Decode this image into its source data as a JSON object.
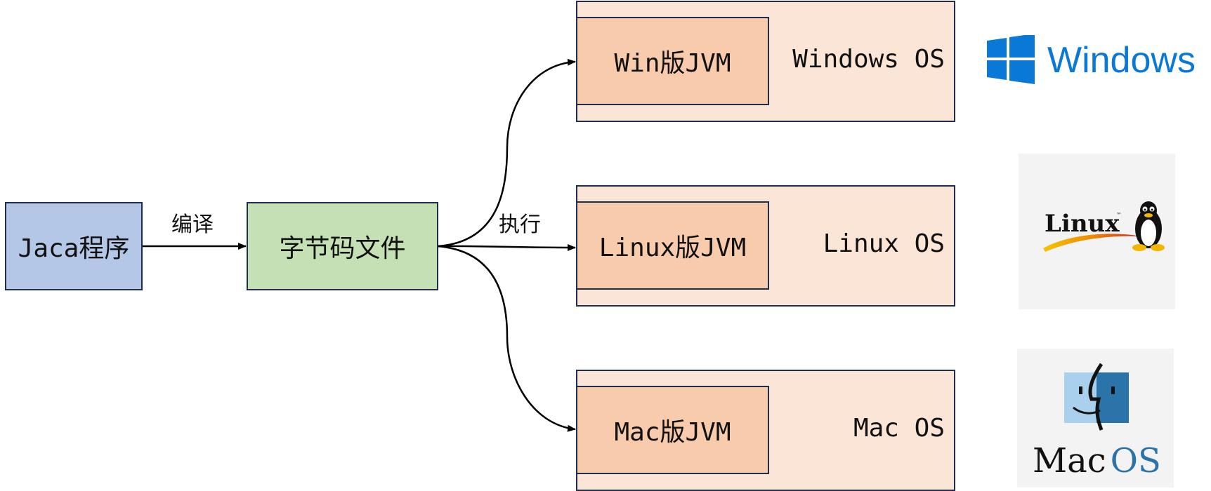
{
  "source_node": {
    "label": "Jaca程序",
    "fill": "#b4c7e7"
  },
  "bytecode_node": {
    "label": "字节码文件",
    "fill": "#c5e0b4"
  },
  "edge_compile": {
    "label": "编译"
  },
  "edge_execute": {
    "label": "执行"
  },
  "platforms": [
    {
      "jvm_label": "Win版JVM",
      "os_label": "Windows OS",
      "logo": "windows-logo",
      "logo_text": "Windows"
    },
    {
      "jvm_label": "Linux版JVM",
      "os_label": "Linux OS",
      "logo": "linux-logo",
      "logo_text": "Linux"
    },
    {
      "jvm_label": "Mac版JVM",
      "os_label": "Mac OS",
      "logo": "mac-os-logo",
      "logo_text": "Mac OS"
    }
  ],
  "colors": {
    "os_fill": "#fbe5d6",
    "jvm_fill": "#f8cbad",
    "border": "#1f2d4f",
    "windows_blue": "#0a78d7"
  }
}
